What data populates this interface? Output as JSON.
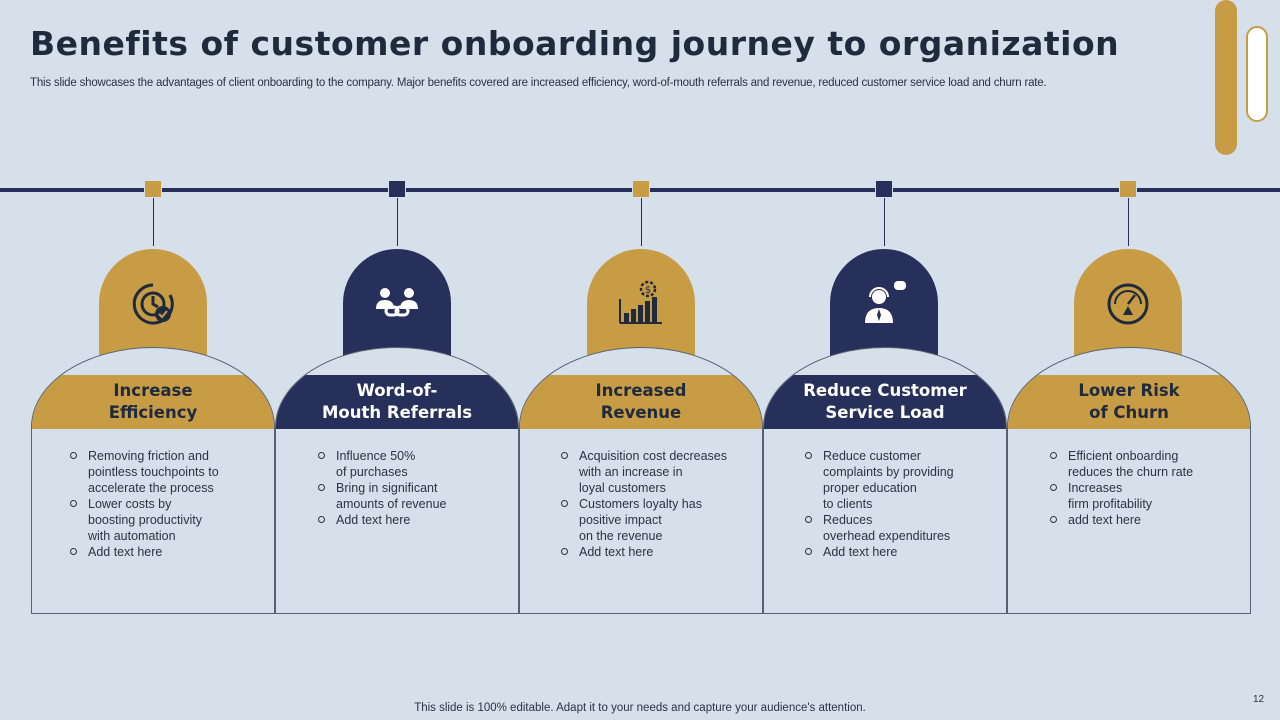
{
  "header": {
    "title": "Benefits of customer onboarding journey to organization",
    "subtitle": "This slide showcases the advantages of client onboarding to the company. Major benefits covered are increased efficiency, word-of-mouth referrals and revenue, reduced customer service load and churn rate."
  },
  "colors": {
    "gold": "#c89b45",
    "navy": "#26305a",
    "background": "#d6e0ea"
  },
  "cards": [
    {
      "title": "Increase\nEfficiency",
      "theme": "gold",
      "icon": "efficiency-gear-clock-icon",
      "points": [
        "Removing friction and\npointless touchpoints to\naccelerate the process",
        "Lower costs by\nboosting productivity\nwith automation",
        "Add text here"
      ]
    },
    {
      "title": "Word-of-\nMouth Referrals",
      "theme": "navy",
      "icon": "people-link-icon",
      "points": [
        "Influence 50%\nof purchases",
        "Bring in significant\namounts of revenue",
        "Add text here"
      ]
    },
    {
      "title": "Increased\nRevenue",
      "theme": "gold",
      "icon": "revenue-chart-icon",
      "points": [
        "Acquisition cost decreases\nwith an increase in\nloyal customers",
        "Customers loyalty has\npositive  impact\non the revenue",
        "Add text here"
      ]
    },
    {
      "title": "Reduce Customer\nService Load",
      "theme": "navy",
      "icon": "customer-support-agent-icon",
      "points": [
        "Reduce customer\ncomplaints by providing\nproper education\nto clients",
        "Reduces\noverhead  expenditures",
        "Add text here"
      ]
    },
    {
      "title": "Lower Risk\nof Churn",
      "theme": "gold",
      "icon": "risk-gauge-icon",
      "points": [
        "Efficient onboarding\nreduces the churn rate",
        "Increases\nfirm profitability",
        "add text here"
      ]
    }
  ],
  "footer": {
    "note": "This slide is 100% editable. Adapt it to your needs and capture your audience's attention.",
    "page_number": "12"
  }
}
